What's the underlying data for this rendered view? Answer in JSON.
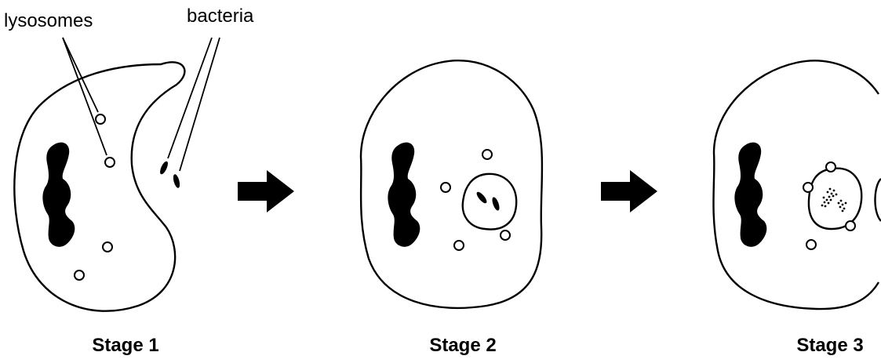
{
  "labels": {
    "lysosomes": "lysosomes",
    "bacteria": "bacteria"
  },
  "stages": [
    {
      "label": "Stage 1"
    },
    {
      "label": "Stage 2"
    },
    {
      "label": "Stage 3"
    }
  ],
  "colors": {
    "ink": "#000000",
    "background": "#ffffff"
  }
}
